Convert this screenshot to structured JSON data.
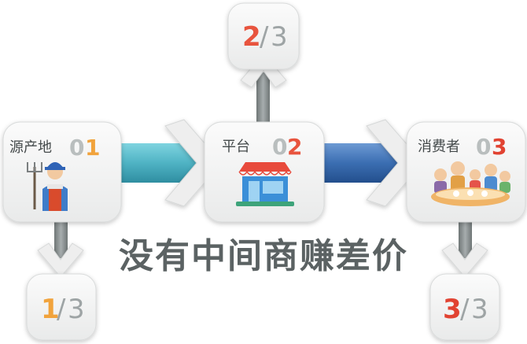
{
  "stages": [
    {
      "name": "源产地",
      "number": "01",
      "number_lead": "0",
      "number_tail": "1",
      "tail_color": "#f1a33c"
    },
    {
      "name": "平台",
      "number": "02",
      "number_lead": "0",
      "number_tail": "2",
      "tail_color": "#e8543e"
    },
    {
      "name": "消费者",
      "number": "03",
      "number_lead": "0",
      "number_tail": "3",
      "tail_color": "#e14332"
    }
  ],
  "fractions": [
    {
      "numerator": "1",
      "denominator": "3",
      "numerator_color": "#f1a33c"
    },
    {
      "numerator": "2",
      "denominator": "3",
      "numerator_color": "#e8543e"
    },
    {
      "numerator": "3",
      "denominator": "3",
      "numerator_color": "#e14332"
    }
  ],
  "tagline": "没有中间商赚差价",
  "icons": [
    "farmer-icon",
    "shop-icon",
    "family-dinner-icon"
  ],
  "colors": {
    "box_fill": "#f2f2f2",
    "number_lead": "#b9bebe",
    "slash": "#9ea4a5",
    "tagline": "#5b6263",
    "arrow_teal": "#56b9c8",
    "arrow_blue": "#3e74b8",
    "arrow_gray": "#8e9596"
  }
}
